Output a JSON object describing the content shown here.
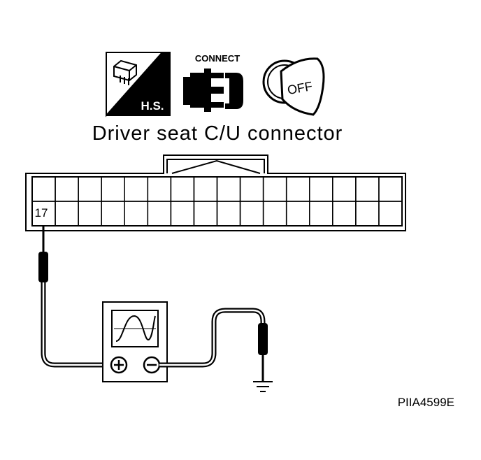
{
  "icons": {
    "harness_icon": "H.S.",
    "connect_icon": "CONNECT",
    "ignition_icon": "OFF"
  },
  "connector": {
    "title": "Driver seat C/U connector",
    "pin_label": "17"
  },
  "figure_code": "PIIA4599E"
}
